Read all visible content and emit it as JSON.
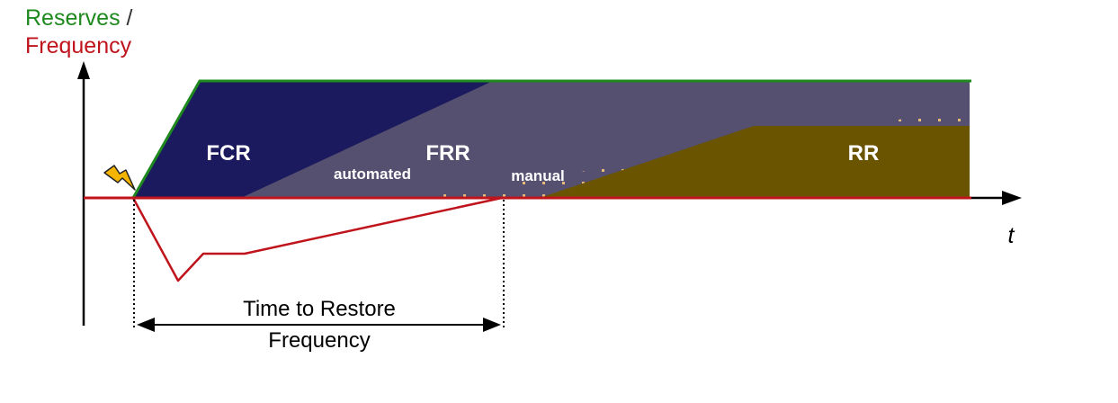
{
  "axis": {
    "y_label_reserves": "Reserves",
    "y_label_separator": " /",
    "y_label_frequency": "Frequency",
    "x_label": "t"
  },
  "regions": {
    "fcr": "FCR",
    "frr": "FRR",
    "frr_automated": "automated",
    "frr_manual": "manual",
    "rr": "RR"
  },
  "annotation": {
    "time_to_restore_line1": "Time to Restore",
    "time_to_restore_line2": "Frequency"
  },
  "colors": {
    "fcr": "#1c1a5e",
    "frr": "#55506f",
    "rr": "#6b5400",
    "reserves_line": "#1e8a1e",
    "frequency_line": "#c0141c",
    "axis": "#000000",
    "dots": "#e8b978",
    "event_icon": "#f5b400"
  },
  "icons": {
    "event": "lightning-bolt-icon"
  }
}
